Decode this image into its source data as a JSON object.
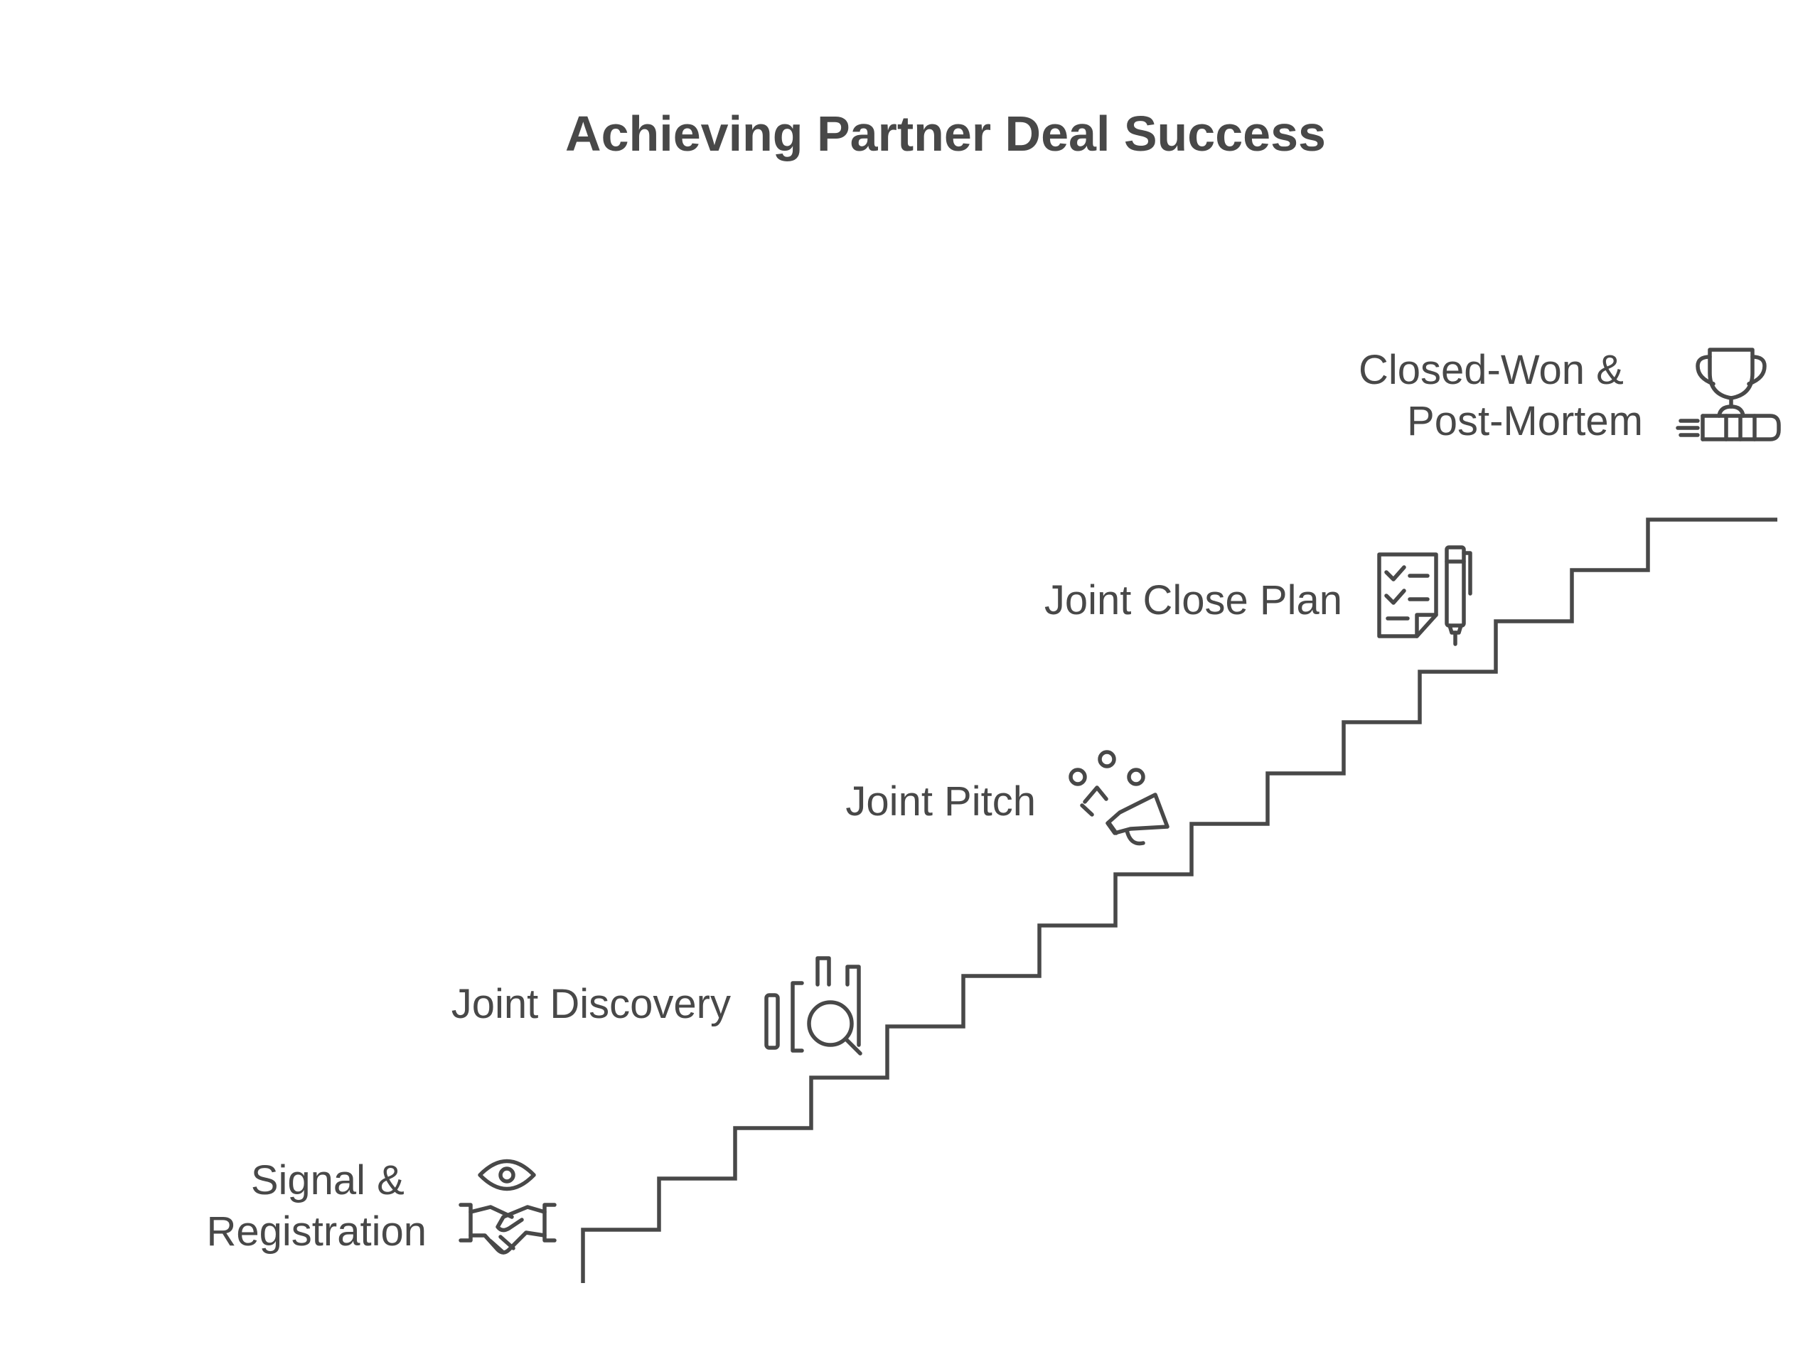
{
  "title": "Achieving Partner Deal Success",
  "colors": {
    "ink": "#484848",
    "background": "#ffffff"
  },
  "steps": [
    {
      "lines": [
        "Signal &",
        "Registration"
      ],
      "icon": "handshake-eye-icon"
    },
    {
      "lines": [
        "Joint Discovery"
      ],
      "icon": "magnifier-bars-icon"
    },
    {
      "lines": [
        "Joint Pitch"
      ],
      "icon": "megaphone-audience-icon"
    },
    {
      "lines": [
        "Joint Close Plan"
      ],
      "icon": "checklist-pen-icon"
    },
    {
      "lines": [
        "Closed-Won &",
        "Post-Mortem"
      ],
      "icon": "trophy-icon"
    }
  ]
}
